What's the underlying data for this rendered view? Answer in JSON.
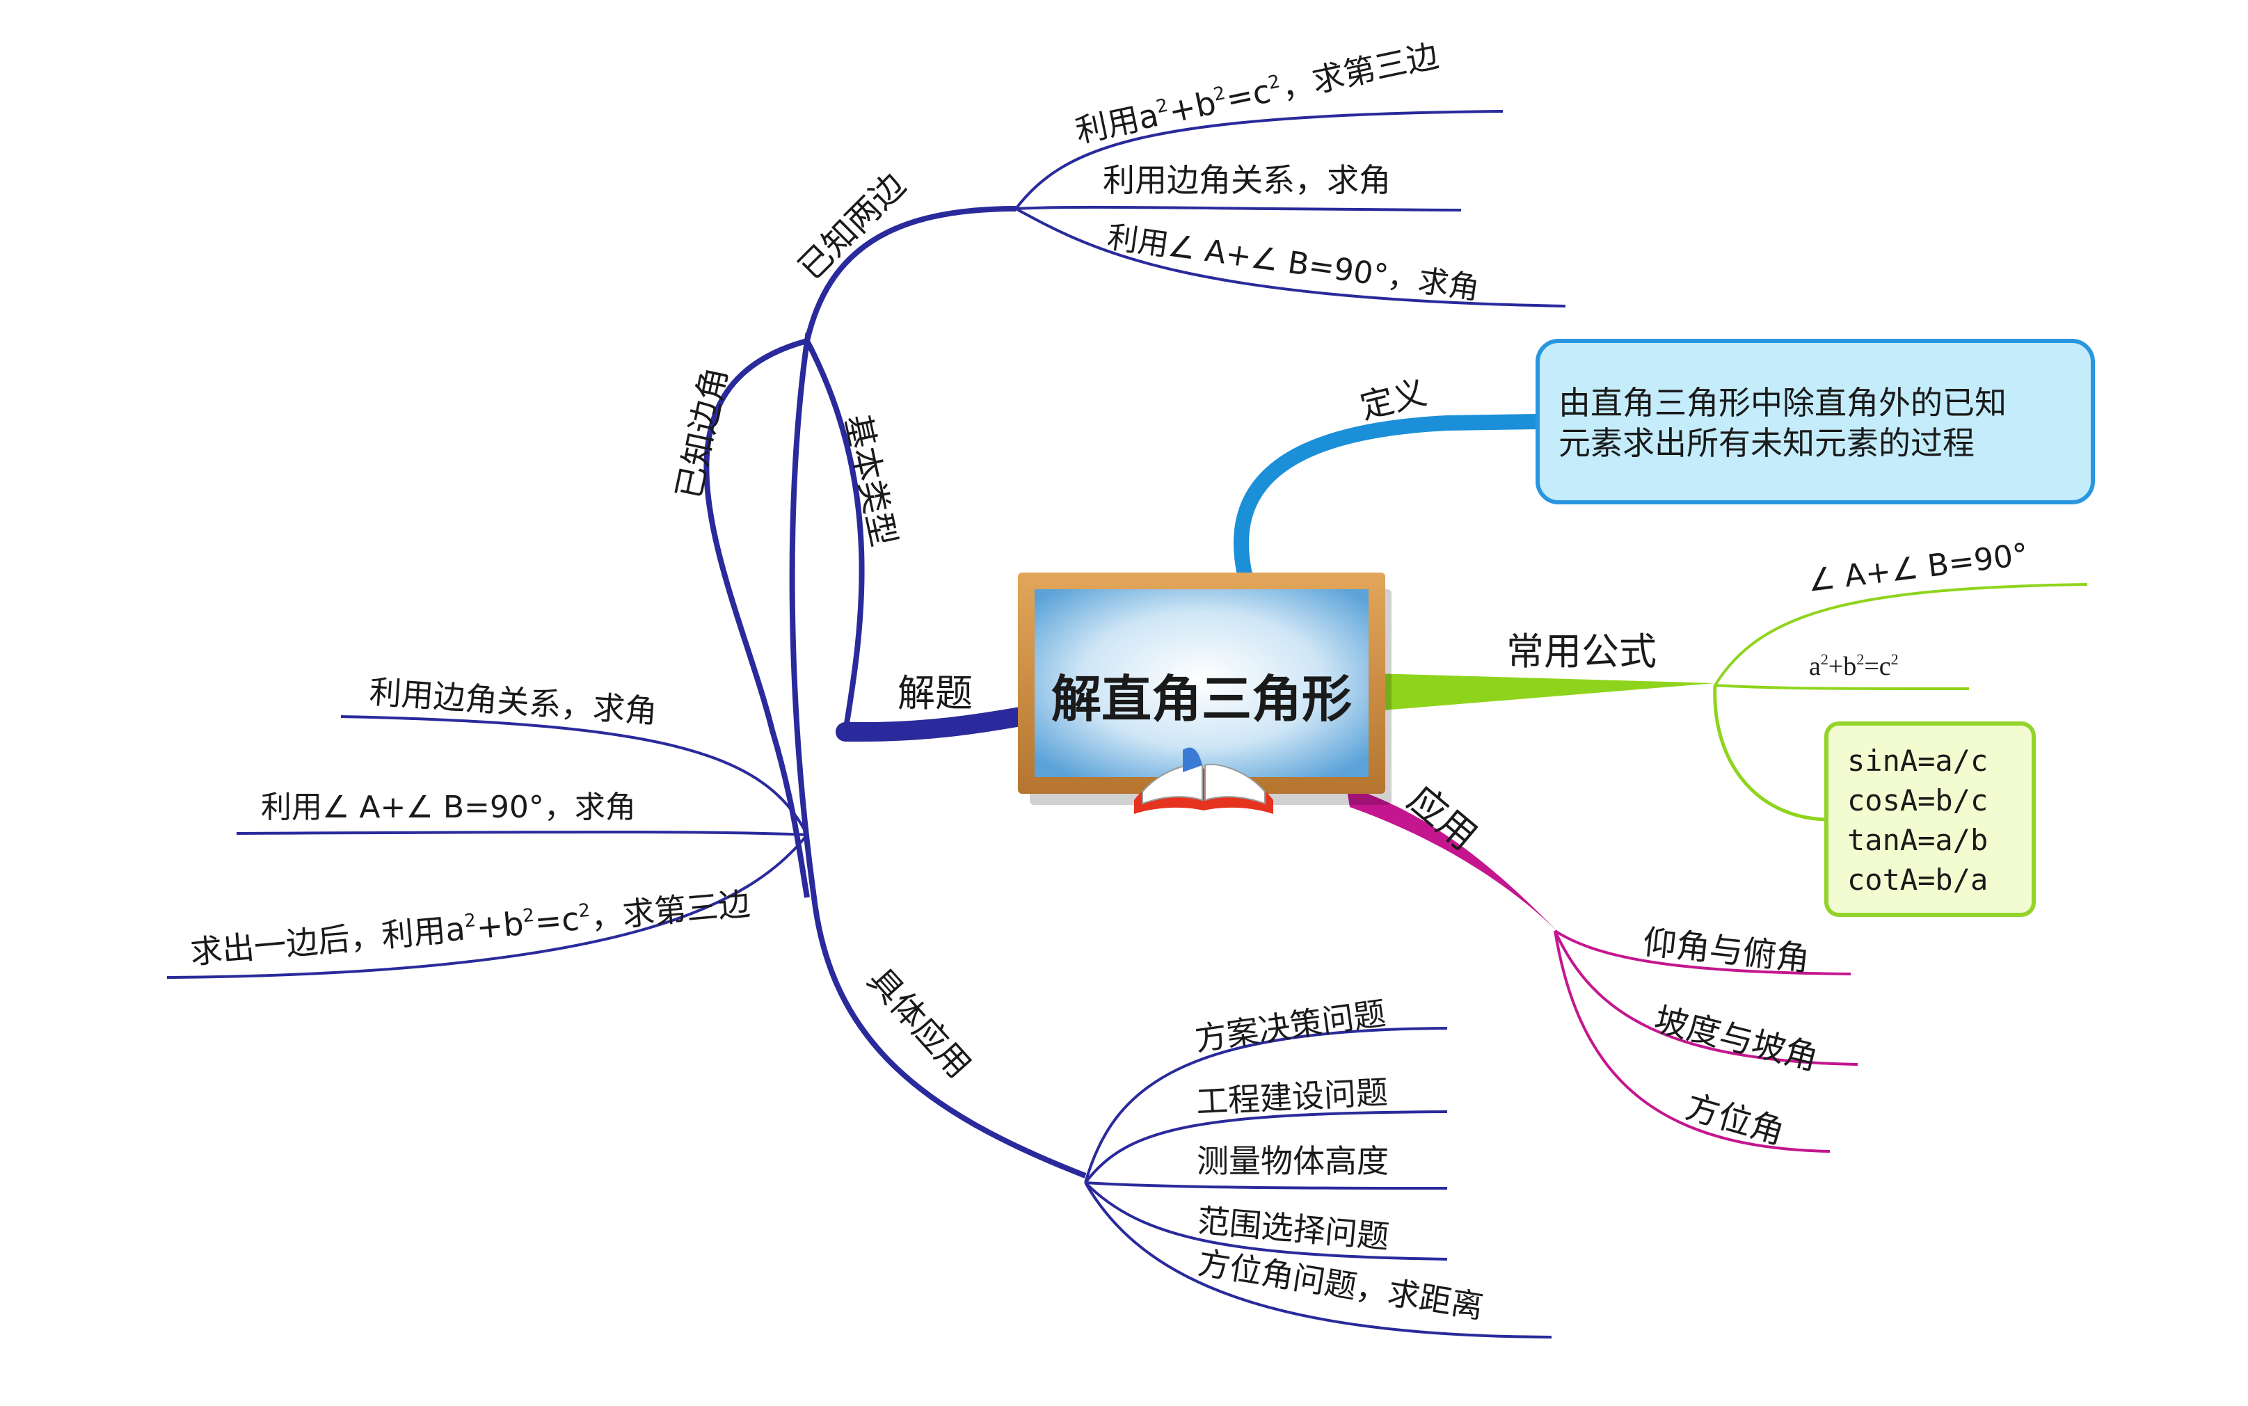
{
  "center": {
    "title": "解直角三角形"
  },
  "branches": {
    "definition": {
      "label": "定义",
      "text_line1": "由直角三角形中除直角外的已知",
      "text_line2": "元素求出所有未知元素的过程"
    },
    "formulas": {
      "label": "常用公式",
      "item1": "∠ A+∠ B=90°",
      "item2_a": "a",
      "item2_b": "+b",
      "item2_c": "=c",
      "sup": "2",
      "trig": [
        "sinA=a/c",
        "cosA=b/c",
        "tanA=a/b",
        "cotA=b/a"
      ]
    },
    "application": {
      "label": "应用",
      "items": [
        "仰角与俯角",
        "坡度与坡角",
        "方位角"
      ]
    },
    "solving": {
      "label": "解题",
      "basic_types": {
        "label": "基本类型",
        "two_sides": {
          "label": "已知两边",
          "item1_pre": "利用a",
          "item1_mid1": "+b",
          "item1_mid2": "=c",
          "item1_post": "，求第三边",
          "item2": "利用边角关系，求角",
          "item3": "利用∠ A+∠ B=90°，求角"
        },
        "side_angle": {
          "label": "已知边角",
          "item1": "利用边角关系，求角",
          "item2": "利用∠ A+∠ B=90°，求角",
          "item3_pre": "求出一边后，利用a",
          "item3_mid1": "+b",
          "item3_mid2": "=c",
          "item3_post": "，求第三边"
        }
      },
      "specific": {
        "label": "具体应用",
        "items": [
          "方案决策问题",
          "工程建设问题",
          "测量物体高度",
          "范围选择问题",
          "方位角问题，求距离"
        ]
      }
    }
  },
  "colors": {
    "navy": "#2a2a9c",
    "blue": "#1b8fd8",
    "green": "#8fd41c",
    "magenta": "#c4168e",
    "callout_fill": "#c4ecfb",
    "callout_stroke": "#2a96e0",
    "formula_fill": "#f3fbd0",
    "formula_stroke": "#93d42a"
  }
}
